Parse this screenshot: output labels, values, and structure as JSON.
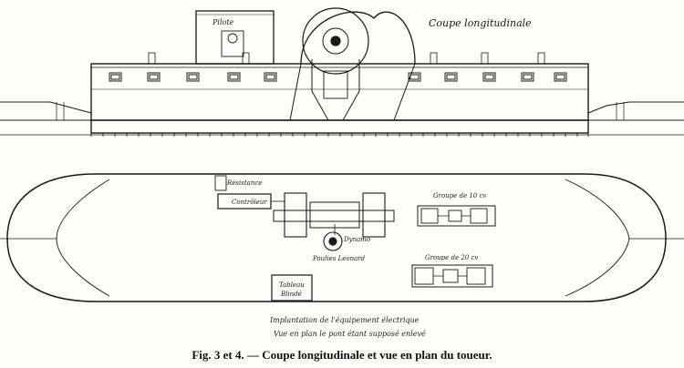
{
  "figure": {
    "caption": "Fig. 3 et 4. — Coupe longitudinale et vue en plan du toueur."
  },
  "elevation": {
    "title": "Coupe longitudinale",
    "labels": {
      "pilot": "Pilote"
    },
    "window_count": 10
  },
  "plan": {
    "labels": {
      "resistance": "Résistance",
      "controller": "Contrôleur",
      "dynamo": "Dynamo",
      "chain_wheels": "Poulies Leonard",
      "group_10": "Groupe de 10 cv",
      "group_20": "Groupe de 20 cv",
      "board": [
        "Tableau",
        "Blindé"
      ]
    },
    "notes": [
      "Implantation de l'équipement électrique",
      "Vue en plan le pont étant supposé enlevé"
    ]
  },
  "colors": {
    "ink": "#1a1a1a",
    "paper": "#fdfdfb"
  }
}
